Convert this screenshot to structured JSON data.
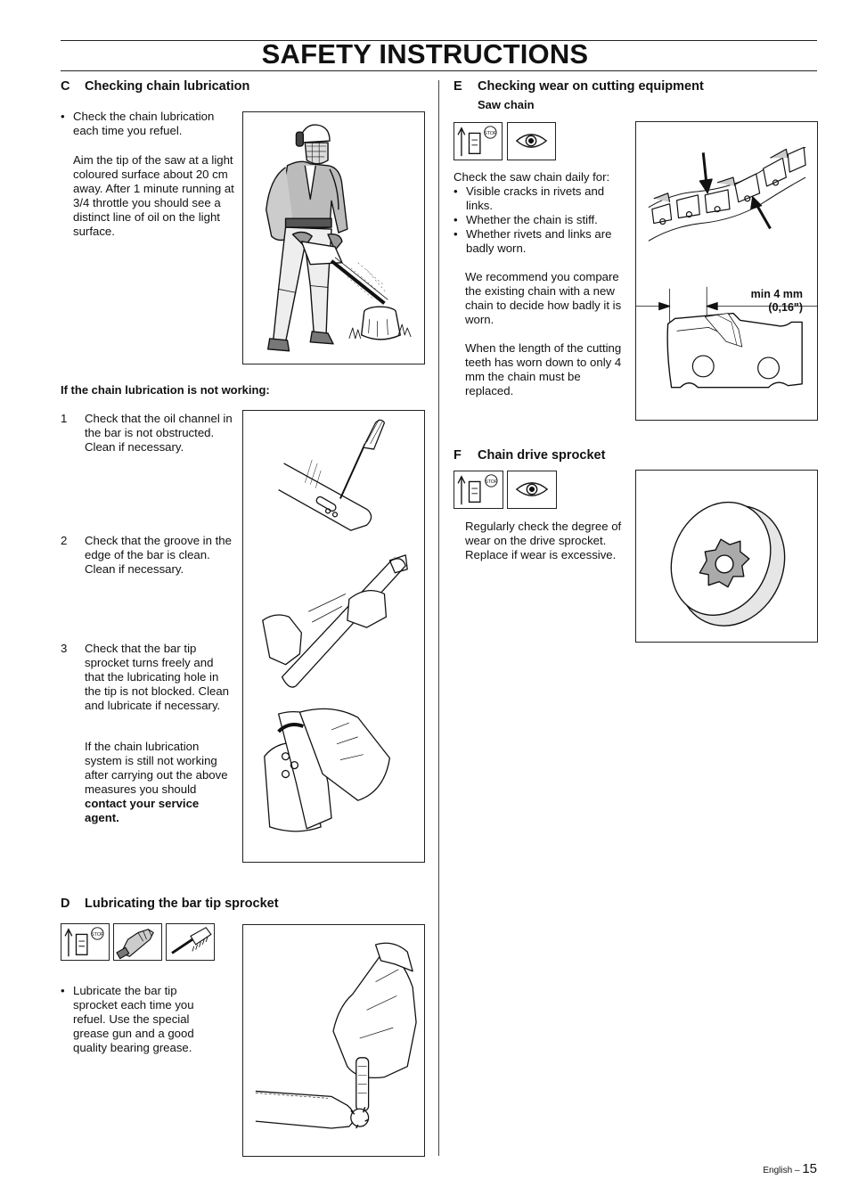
{
  "page": {
    "title": "SAFETY INSTRUCTIONS",
    "footer_language": "English –",
    "footer_page": "15"
  },
  "section_c": {
    "letter": "C",
    "heading": "Checking chain lubrication",
    "bullet": "Check the chain lubrication each time you refuel.",
    "para": "Aim the tip of the saw at a light coloured surface about 20 cm away. After 1 minute running at 3/4 throttle you should see a distinct line of oil on the light surface.",
    "not_working_heading": "If the chain lubrication is not working:",
    "steps": [
      {
        "n": "1",
        "text": "Check that the oil channel in the bar is not obstructed. Clean if necessary."
      },
      {
        "n": "2",
        "text": "Check that the groove in the edge of the bar is clean. Clean if necessary."
      },
      {
        "n": "3",
        "text": "Check that the bar tip sprocket turns freely and that the lubricating hole in the tip is not blocked. Clean and lubricate if necessary."
      }
    ],
    "final_para_prefix": "If the chain lubrication system is still not working after carrying out the above measures you should ",
    "final_para_bold": "contact your service agent."
  },
  "section_d": {
    "letter": "D",
    "heading": "Lubricating the bar tip sprocket",
    "bullet": "Lubricate the bar tip sprocket each time you refuel. Use the special grease gun and a good quality bearing grease.",
    "icons": [
      "stop-switch-icon",
      "glove-icon",
      "brush-icon"
    ]
  },
  "section_e": {
    "letter": "E",
    "heading": "Checking wear on cutting equipment",
    "subheading": "Saw chain",
    "intro": "Check the saw chain daily for:",
    "bullets": [
      "Visible cracks in rivets and links.",
      "Whether the chain is stiff.",
      "Whether rivets and links are badly worn."
    ],
    "para1": "We recommend you compare the existing chain with a new chain to decide how badly it is worn.",
    "para2": "When the length of the cutting teeth has worn down to only 4 mm the chain must be replaced.",
    "dim_line1": "min 4 mm",
    "dim_line2": "(0,16\")",
    "stop_label": "STOP",
    "icons": [
      "stop-switch-icon",
      "eye-inspect-icon"
    ]
  },
  "section_f": {
    "letter": "F",
    "heading": "Chain drive sprocket",
    "para": "Regularly check the degree of wear on the drive sprocket. Replace if wear is excessive.",
    "stop_label": "STOP",
    "icons": [
      "stop-switch-icon",
      "eye-inspect-icon"
    ]
  }
}
